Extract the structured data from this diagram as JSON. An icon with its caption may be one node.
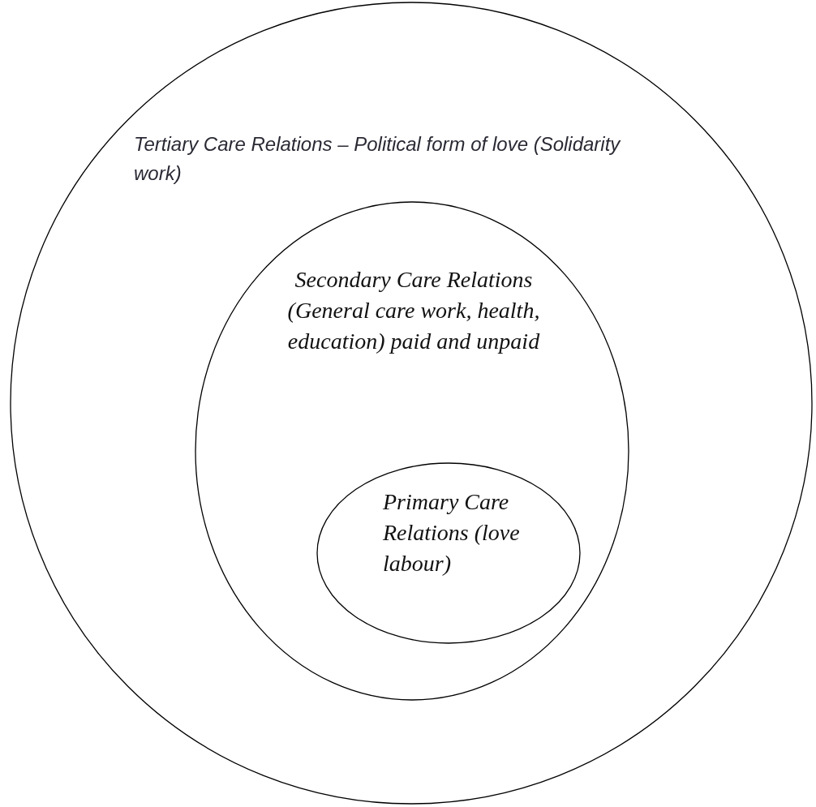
{
  "diagram": {
    "nodes": [
      {
        "text": [
          "Tertiary Care Relations – Political form of love (Solidarity work)"
        ]
      },
      {
        "text": [
          "Secondary Care Relations (General care work, health, education) paid and unpaid"
        ],
        "in": 0
      },
      {
        "text": [
          "Primary Care Relations (love labour)"
        ],
        "in": 1
      }
    ],
    "edges": []
  }
}
